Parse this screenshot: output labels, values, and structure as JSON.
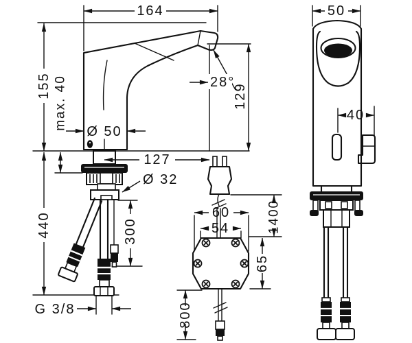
{
  "drawing": {
    "background": "#ffffff",
    "line_color": "#111111",
    "side_view": {
      "dims": {
        "total_length": "164",
        "body_height": "155",
        "max_mount_thickness": "max. 40",
        "body_diameter": "Ø 50",
        "spout_projection": "127",
        "spray_angle": "28°",
        "outlet_height": "129",
        "shank_diameter": "Ø 32",
        "hose_length": "440",
        "sensor_cable_length": "300",
        "thread_size": "G 3/8"
      }
    },
    "front_view": {
      "dims": {
        "body_width": "50",
        "handle_offset": "40"
      }
    },
    "control_unit": {
      "dims": {
        "box_outer_width": "60",
        "box_inner_width": "54",
        "plug_cable_length": "1400",
        "box_height": "65",
        "outlet_cable_length": "800"
      }
    }
  }
}
